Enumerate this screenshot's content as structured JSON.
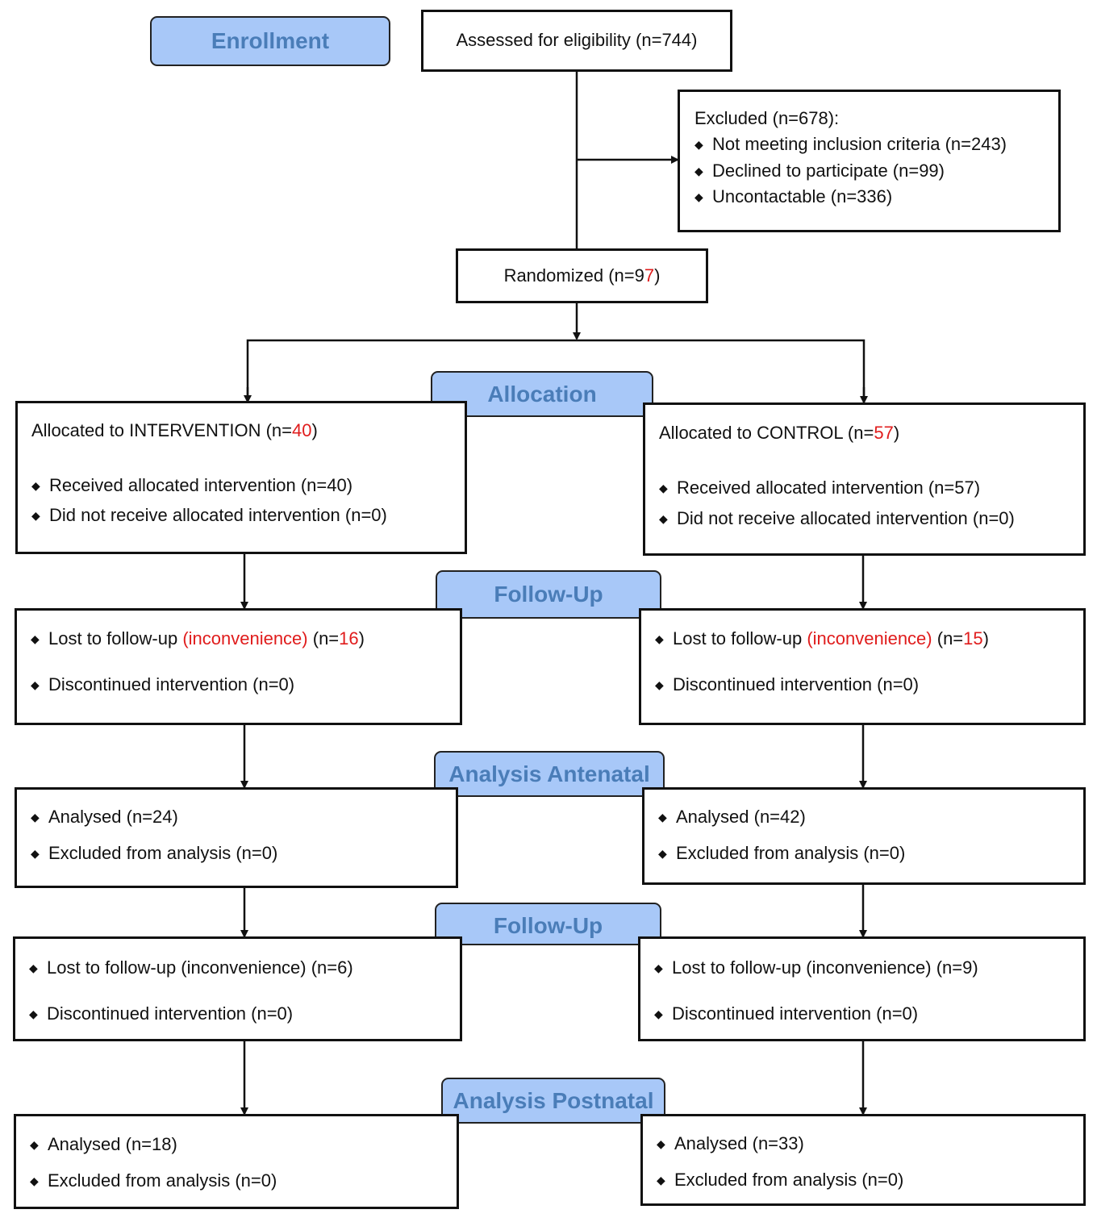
{
  "stages": {
    "enrollment": "Enrollment",
    "allocation": "Allocation",
    "followup1": "Follow-Up",
    "analysis_antenatal": "Analysis Antenatal",
    "followup2": "Follow-Up",
    "analysis_postnatal": "Analysis Postnatal"
  },
  "assessed": "Assessed for eligibility (n=744)",
  "excluded": {
    "title": "Excluded (n=678):",
    "items": [
      "Not meeting inclusion criteria (n=243)",
      "Declined to participate (n=99)",
      "Uncontactable (n=336)"
    ]
  },
  "randomized": {
    "prefix": "Randomized (n=9",
    "red": "7",
    "suffix": ")"
  },
  "intervention": {
    "allocated": {
      "prefix": "Allocated to INTERVENTION (n=",
      "red": "40",
      "suffix": ")"
    },
    "received": "Received allocated intervention (n=40)",
    "not_received": "Did not receive allocated intervention (n=0)",
    "followup1": {
      "lost_prefix": "Lost to follow-up ",
      "lost_red": "(inconvenience)",
      "lost_mid": " (n=",
      "lost_num": "16",
      "lost_suffix": ")",
      "discontinued": "Discontinued intervention (n=0)"
    },
    "antenatal": {
      "analysed": "Analysed (n=24)",
      "excluded": "Excluded from analysis (n=0)"
    },
    "followup2": {
      "lost": "Lost to follow-up (inconvenience) (n=6)",
      "discontinued": "Discontinued intervention (n=0)"
    },
    "postnatal": {
      "analysed": "Analysed (n=18)",
      "excluded": "Excluded from analysis (n=0)"
    }
  },
  "control": {
    "allocated": {
      "prefix": "Allocated to CONTROL (n=",
      "red": "57",
      "suffix": ")"
    },
    "received": "Received allocated intervention (n=57)",
    "not_received": "Did not receive allocated intervention (n=0)",
    "followup1": {
      "lost_prefix": "Lost to follow-up ",
      "lost_red": "(inconvenience)",
      "lost_mid": " (n=",
      "lost_num": "15",
      "lost_suffix": ")",
      "discontinued": "Discontinued intervention (n=0)"
    },
    "antenatal": {
      "analysed": "Analysed (n=42)",
      "excluded": "Excluded from analysis (n=0)"
    },
    "followup2": {
      "lost": "Lost to follow-up (inconvenience) (n=9)",
      "discontinued": "Discontinued intervention (n=0)"
    },
    "postnatal": {
      "analysed": "Analysed (n=33)",
      "excluded": "Excluded from analysis (n=0)"
    }
  },
  "colors": {
    "stage_fill": "#a8c8f8",
    "stage_text": "#4a7db8",
    "highlight": "#e01c1c",
    "line": "#111111"
  }
}
